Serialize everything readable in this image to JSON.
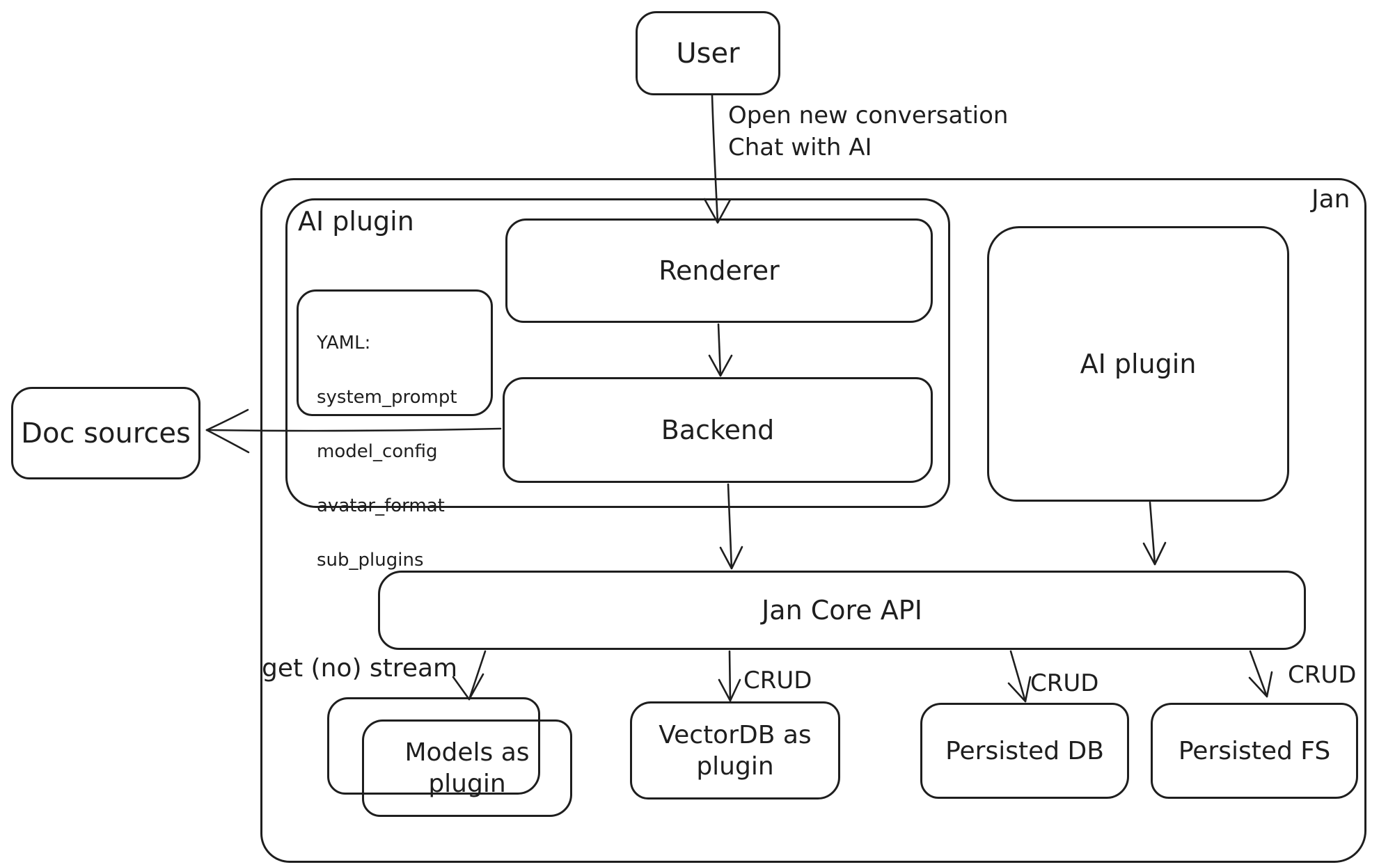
{
  "colors": {
    "stroke": "#1e1e1e",
    "background": "#ffffff"
  },
  "containers": {
    "jan_label": "Jan",
    "ai_plugin_label": "AI plugin"
  },
  "nodes": {
    "user": "User",
    "renderer": "Renderer",
    "backend": "Backend",
    "doc_sources": "Doc sources",
    "ai_plugin_right": "AI plugin",
    "jan_core_api": "Jan Core API",
    "models_as_plugin": "Models as plugin",
    "vectordb_as_plugin": "VectorDB as plugin",
    "persisted_db": "Persisted DB",
    "persisted_fs": "Persisted FS"
  },
  "notes": {
    "yaml": {
      "title": "YAML:",
      "lines": [
        "system_prompt",
        "model_config",
        "avatar_format",
        "sub_plugins"
      ]
    }
  },
  "edges": {
    "user_open_line1": "Open new conversation",
    "user_open_line2": "Chat with AI",
    "get_stream": "get (no) stream",
    "crud_vectordb": "CRUD",
    "crud_db": "CRUD",
    "crud_fs": "CRUD"
  }
}
